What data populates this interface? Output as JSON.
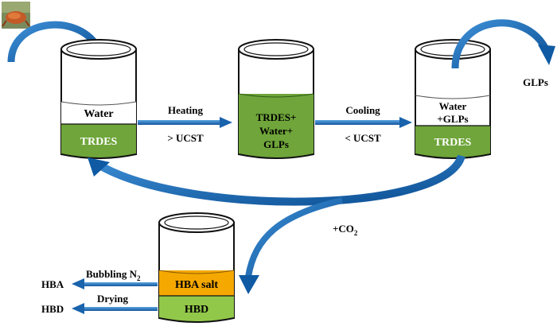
{
  "colors": {
    "green": "#6fa53a",
    "green_dark": "#2f5a14",
    "orange": "#f5a800",
    "light_green": "#92c84a",
    "blue": "#1f6db5",
    "blue_dark": "#0c3f78"
  },
  "icon": "crab-photo-icon",
  "beakers": {
    "b1": {
      "top_label": "Water",
      "bottom_label": "TRDES"
    },
    "b2": {
      "line1": "TRDES+",
      "line2": "Water+",
      "line3": "GLPs"
    },
    "b3": {
      "line1": "Water",
      "line2": "+GLPs",
      "bottom_label": "TRDES"
    },
    "b4": {
      "top_label": "HBA salt",
      "bottom_label": "HBD"
    }
  },
  "arrows": {
    "heating": {
      "label": "Heating",
      "condition": "> UCST"
    },
    "cooling": {
      "label": "Cooling",
      "condition": "< UCST"
    },
    "co2": {
      "label": "+CO",
      "sub": "2"
    },
    "glps": {
      "label": "GLPs"
    },
    "hba": {
      "label": "HBA",
      "process": "Bubbling N",
      "process_sub": "2"
    },
    "hbd": {
      "label": "HBD",
      "process": "Drying"
    }
  }
}
